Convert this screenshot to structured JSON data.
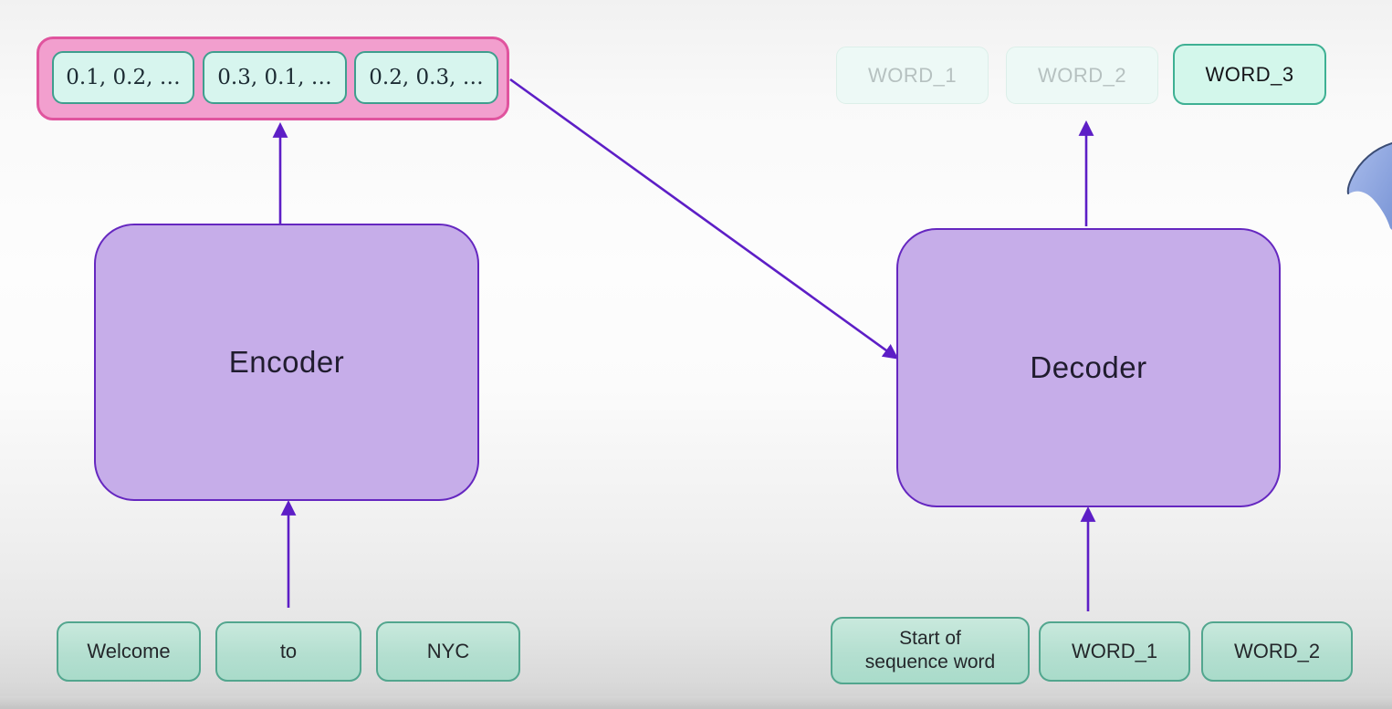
{
  "diagram": {
    "title_hint": "encoder-decoder sequence diagram",
    "encoder": {
      "label": "Encoder"
    },
    "decoder": {
      "label": "Decoder"
    },
    "encoder_outputs": {
      "items": [
        {
          "label": "0.1, 0.2, …"
        },
        {
          "label": "0.3, 0.1, …"
        },
        {
          "label": "0.2, 0.3, …"
        }
      ]
    },
    "encoder_inputs": {
      "items": [
        {
          "label": "Welcome"
        },
        {
          "label": "to"
        },
        {
          "label": "NYC"
        }
      ]
    },
    "decoder_inputs": {
      "items": [
        {
          "label": "Start of\nsequence word"
        },
        {
          "label": "WORD_1"
        },
        {
          "label": "WORD_2"
        }
      ]
    },
    "decoder_outputs": {
      "items": [
        {
          "label": "WORD_1",
          "state": "faded"
        },
        {
          "label": "WORD_2",
          "state": "faded"
        },
        {
          "label": "WORD_3",
          "state": "active"
        }
      ]
    },
    "colors": {
      "purple_block_fill": "#c6ade9",
      "purple_block_border": "#6527c0",
      "arrow_purple": "#5d1ec6",
      "pink_container_fill": "#f29fce",
      "pink_container_border": "#e0549e",
      "vector_box_fill": "#d7f5ee",
      "vector_box_border": "#3f9e8e",
      "word_box_fill": "#b4dfd0",
      "word_box_border": "#52a68e",
      "faded_box_fill": "#edf9f6",
      "faded_box_border": "#dcefe9",
      "faded_text": "#b6c1c0",
      "active_output_fill": "#d3f7eb",
      "active_output_border": "#3eb093",
      "cursor_blue": "#8ba6e0"
    }
  }
}
